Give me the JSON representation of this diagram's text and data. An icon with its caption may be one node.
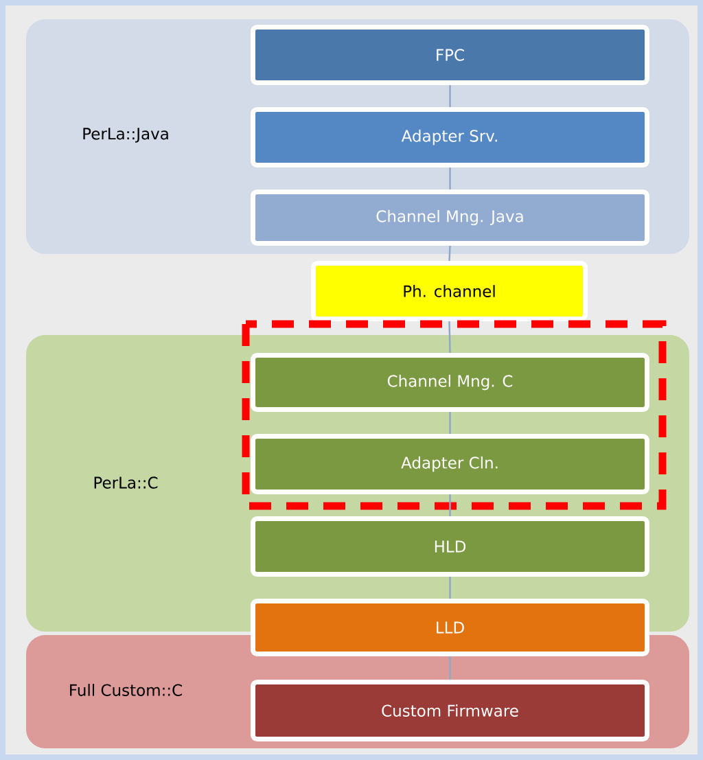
{
  "diagram": {
    "nodes": [
      {
        "text": [
          "PerLa::Java"
        ]
      },
      {
        "text": [
          "FPC"
        ],
        "in": 0
      },
      {
        "text": [
          "Adapter Srv."
        ],
        "in": 0
      },
      {
        "text": [
          "Channel Mng. Java"
        ],
        "in": 0
      },
      {
        "text": [
          "Ph. channel"
        ]
      },
      {
        "text": [
          "PerLa::C"
        ]
      },
      {
        "text": [
          "Channel Mng. C"
        ],
        "in": 5
      },
      {
        "text": [
          "Adapter Cln."
        ],
        "in": 5
      },
      {
        "text": [
          "HLD"
        ],
        "in": 5
      },
      {
        "text": [
          "LLD"
        ]
      },
      {
        "text": [
          "Full Custom::C"
        ]
      },
      {
        "text": [
          "Custom Firmware"
        ],
        "in": 10
      }
    ],
    "edges": [
      {
        "from": 1,
        "to": 2,
        "arrow": "none"
      },
      {
        "from": 2,
        "to": 3,
        "arrow": "none"
      },
      {
        "from": 3,
        "to": 4,
        "arrow": "none"
      },
      {
        "from": 4,
        "to": 6,
        "arrow": "none"
      },
      {
        "from": 6,
        "to": 7,
        "arrow": "none"
      },
      {
        "from": 7,
        "to": 8,
        "arrow": "none"
      },
      {
        "from": 8,
        "to": 9,
        "arrow": "none"
      },
      {
        "from": 9,
        "to": 11,
        "arrow": "none"
      }
    ]
  }
}
